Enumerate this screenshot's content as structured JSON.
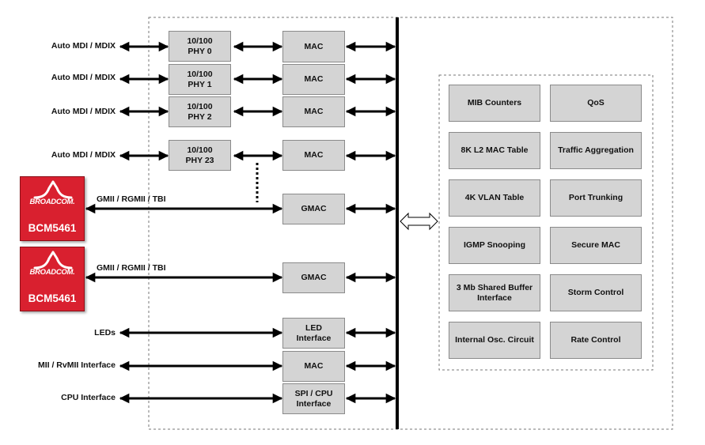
{
  "ports": [
    {
      "label": "Auto MDI / MDIX",
      "phy": "10/100\nPHY 0",
      "mac": "MAC"
    },
    {
      "label": "Auto MDI / MDIX",
      "phy": "10/100\nPHY 1",
      "mac": "MAC"
    },
    {
      "label": "Auto MDI / MDIX",
      "phy": "10/100\nPHY 2",
      "mac": "MAC"
    },
    {
      "label": "Auto MDI / MDIX",
      "phy": "10/100\nPHY 23",
      "mac": "MAC"
    }
  ],
  "gmac_ports": [
    {
      "label": "GMII / RGMII / TBI",
      "block": "GMAC",
      "chip_brand": "BROADCOM.",
      "chip_part": "BCM5461"
    },
    {
      "label": "GMII / RGMII / TBI",
      "block": "GMAC",
      "chip_brand": "BROADCOM.",
      "chip_part": "BCM5461"
    }
  ],
  "misc_ports": [
    {
      "label": "LEDs",
      "block": "LED\nInterface"
    },
    {
      "label": "MII / RvMII Interface",
      "block": "MAC"
    },
    {
      "label": "CPU Interface",
      "block": "SPI / CPU\nInterface"
    }
  ],
  "features": [
    "MIB Counters",
    "QoS",
    "8K L2 MAC Table",
    "Traffic Aggregation",
    "4K VLAN Table",
    "Port Trunking",
    "IGMP Snooping",
    "Secure MAC",
    "3 Mb Shared Buffer\nInterface",
    "Storm Control",
    "Internal Osc. Circuit",
    "Rate Control"
  ],
  "colors": {
    "block_fill": "#d4d4d4",
    "chip_red": "#d9202f",
    "line": "#000000"
  }
}
